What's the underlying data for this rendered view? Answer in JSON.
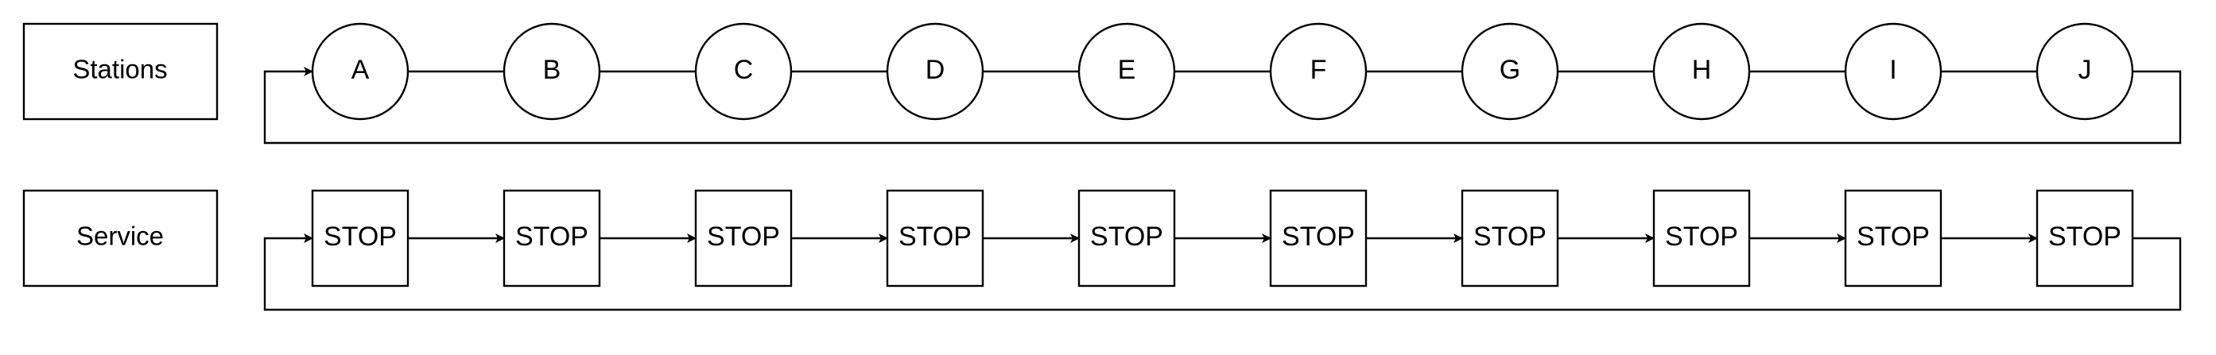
{
  "rows": [
    {
      "label": "Stations",
      "node_shape": "circle",
      "nodes": [
        "A",
        "B",
        "C",
        "D",
        "E",
        "F",
        "G",
        "H",
        "I",
        "J"
      ],
      "loop_back": true
    },
    {
      "label": "Service",
      "node_shape": "square",
      "nodes": [
        "STOP",
        "STOP",
        "STOP",
        "STOP",
        "STOP",
        "STOP",
        "STOP",
        "STOP",
        "STOP",
        "STOP"
      ],
      "loop_back": true
    }
  ],
  "colors": {
    "stroke": "#000000",
    "fill": "#ffffff"
  }
}
